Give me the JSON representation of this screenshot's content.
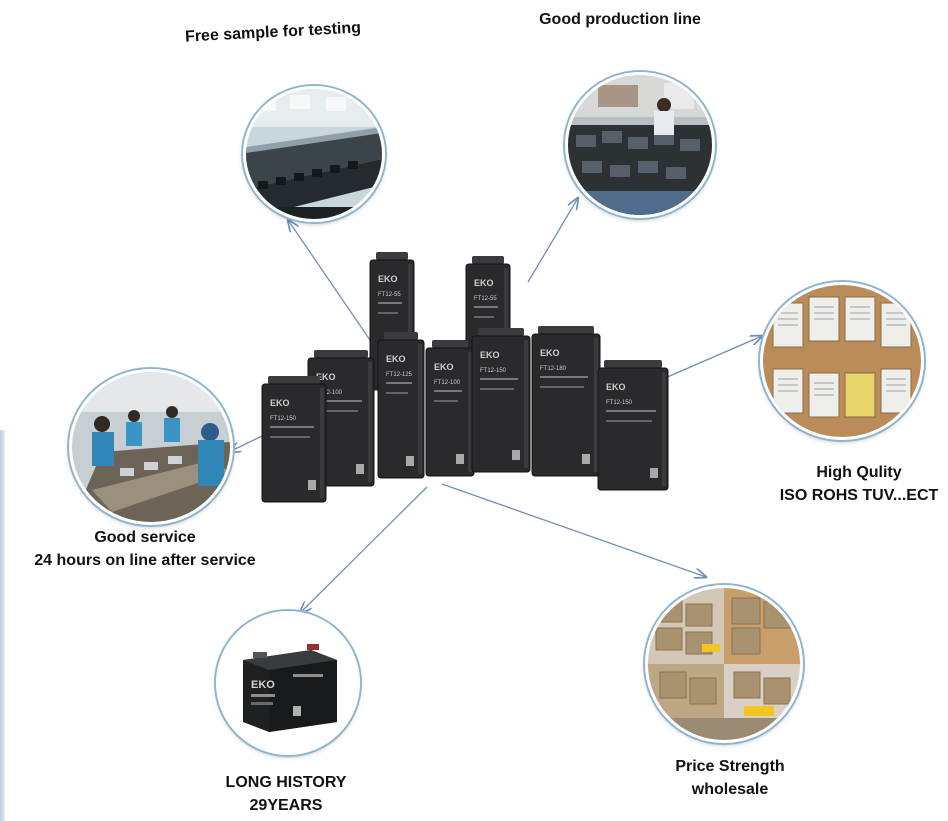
{
  "colors": {
    "arrow": "#6f8fb6",
    "ring": "#8eb5cf",
    "battery_body": "#2a2a2c",
    "battery_label": "#cfcfcf"
  },
  "brand_logo_text": "EKO",
  "center": {
    "battery_models": [
      "FT12-55",
      "FT12-55",
      "FT12-100",
      "FT12-100",
      "FT12-125",
      "FT12-150",
      "FT12-150",
      "FT12-180",
      "FT12-150"
    ]
  },
  "features": {
    "free_sample": {
      "line1": "Free sample for testing"
    },
    "production": {
      "line1": "Good production line"
    },
    "quality": {
      "line1": "High Qulity",
      "line2": "ISO ROHS TUV...ECT"
    },
    "service": {
      "line1": "Good service",
      "line2": "24 hours on line after service"
    },
    "history": {
      "line1": "LONG HISTORY",
      "line2": "29YEARS"
    },
    "price": {
      "line1": "Price Strength",
      "line2": "wholesale"
    }
  }
}
